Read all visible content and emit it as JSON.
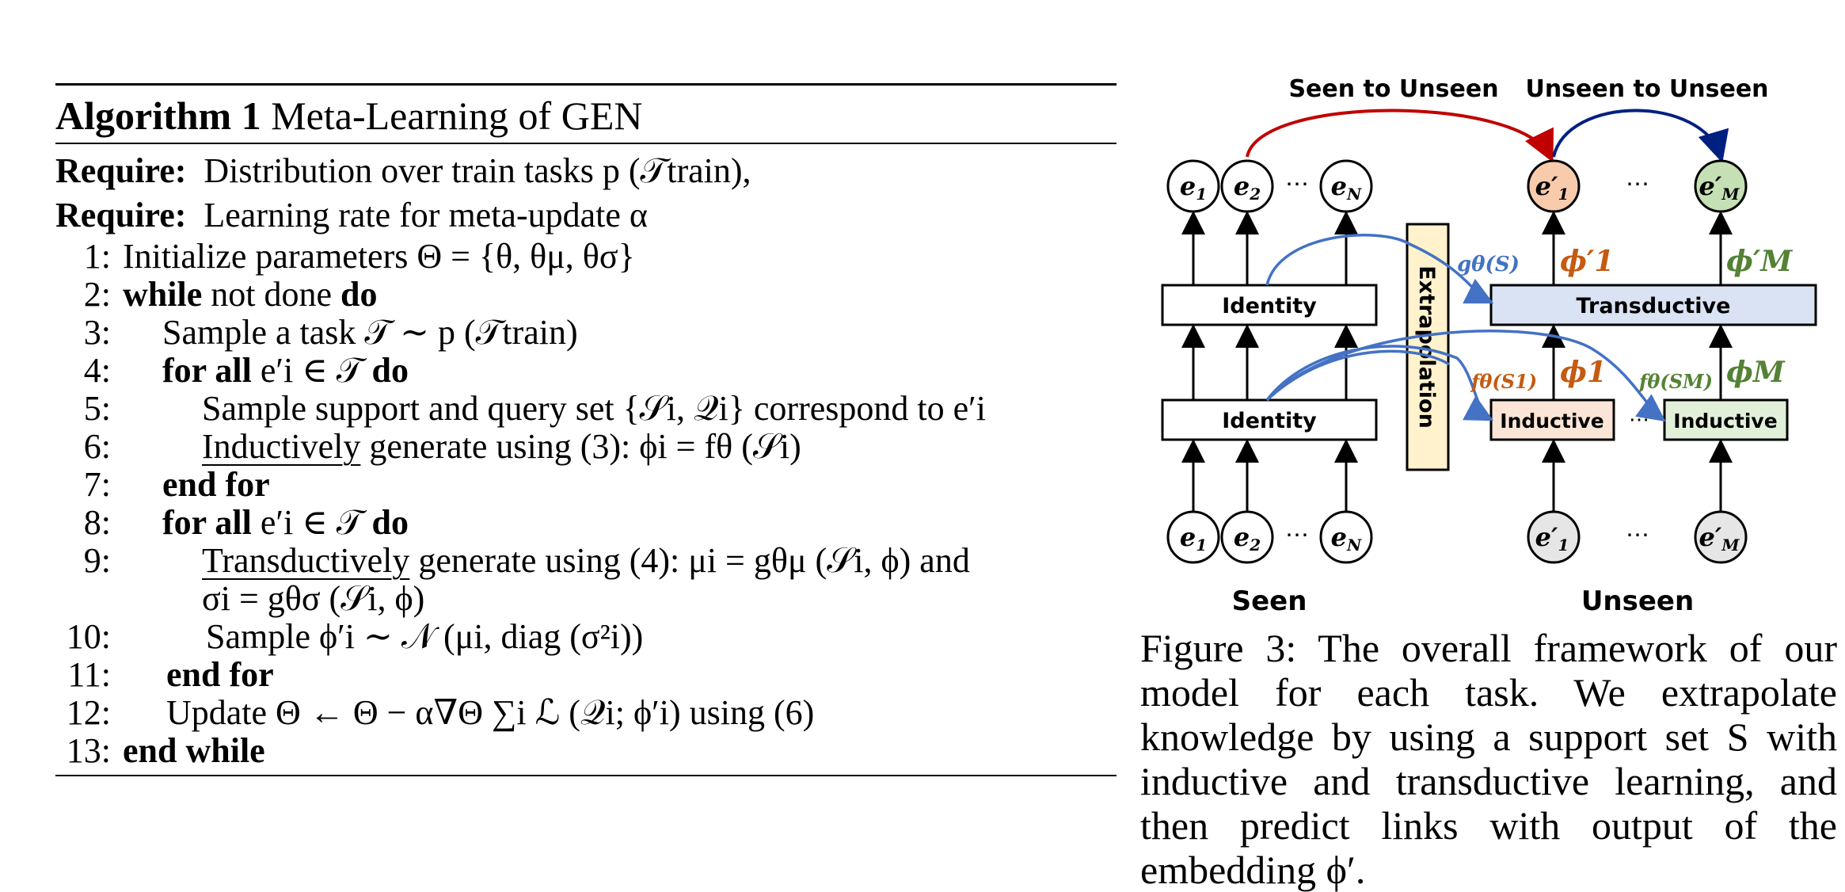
{
  "algorithm": {
    "label": "Algorithm 1",
    "title": "Meta-Learning of GEN",
    "require1_kw": "Require:",
    "require1": "Distribution over train tasks p (𝒯train),",
    "require2_kw": "Require:",
    "require2": "Learning rate for meta-update α",
    "lines": [
      {
        "num": "1:",
        "text": "Initialize parameters Θ = {θ, θμ, θσ}"
      },
      {
        "num": "2:",
        "kw1": "while",
        "text": "not done",
        "kw2": "do"
      },
      {
        "num": "3:",
        "text": "Sample a task 𝒯 ∼ p (𝒯train)"
      },
      {
        "num": "4:",
        "kw1": "for all",
        "text": "e′i ∈ 𝒯",
        "kw2": "do"
      },
      {
        "num": "5:",
        "text": "Sample support and query set {𝒮i, 𝒬i} correspond to e′i"
      },
      {
        "num": "6:",
        "ul": "Inductively",
        "text": "generate using (3): ϕi = fθ (𝒮i)"
      },
      {
        "num": "7:",
        "kw1": "end for"
      },
      {
        "num": "8:",
        "kw1": "for all",
        "text": "e′i ∈ 𝒯",
        "kw2": "do"
      },
      {
        "num": "9:",
        "ul": "Transductively",
        "text": "generate using (4): μi = gθμ (𝒮i, ϕ) and",
        "cont": "σi = gθσ (𝒮i, ϕ)"
      },
      {
        "num": "10:",
        "text": "Sample ϕ′i ∼ 𝒩 (μi, diag (σ²i))"
      },
      {
        "num": "11:",
        "kw1": "end for"
      },
      {
        "num": "12:",
        "text": "Update Θ ← Θ − α∇Θ ∑i ℒ (𝒬i; ϕ′i) using (6)"
      },
      {
        "num": "13:",
        "kw1": "end while"
      }
    ]
  },
  "figure": {
    "top_labels": {
      "seen_to_unseen": "Seen to Unseen",
      "unseen_to_unseen": "Unseen to Unseen"
    },
    "layer_labels": {
      "identity": "Identity",
      "extrapolation": "Extrapolation",
      "transductive": "Transductive",
      "inductive": "Inductive"
    },
    "side_labels": {
      "seen": "Seen",
      "unseen": "Unseen"
    },
    "math_labels": {
      "g": "gθ(S)",
      "phi1p": "ϕ′1",
      "phiMp": "ϕ′M",
      "f1": "fθ(S1)",
      "fM": "fθ(SM)",
      "phi1": "ϕ1",
      "phiM": "ϕM"
    },
    "dots": "⋯",
    "colors": {
      "red_arrow": "#c00000",
      "dark_blue_arrow": "#002080",
      "blue_arrow": "#4472c4",
      "orange_text": "#c55a11",
      "green_text": "#548235",
      "transductive_fill": "#dae3f3",
      "inductive_orange_fill": "#fbe5d6",
      "inductive_green_fill": "#e2f0d9",
      "extrapolation_fill": "#fff2cc",
      "unseen_top_orange": "#f8cbad",
      "unseen_top_green": "#c5e0b4",
      "unseen_bottom": "#e7e6e6"
    }
  },
  "caption": {
    "label": "Figure 3:",
    "text": "The overall framework of our model for each task. We extrapolate knowledge by using a support set S with inductive and transductive learning, and then predict links with output of the embedding ϕ′."
  }
}
